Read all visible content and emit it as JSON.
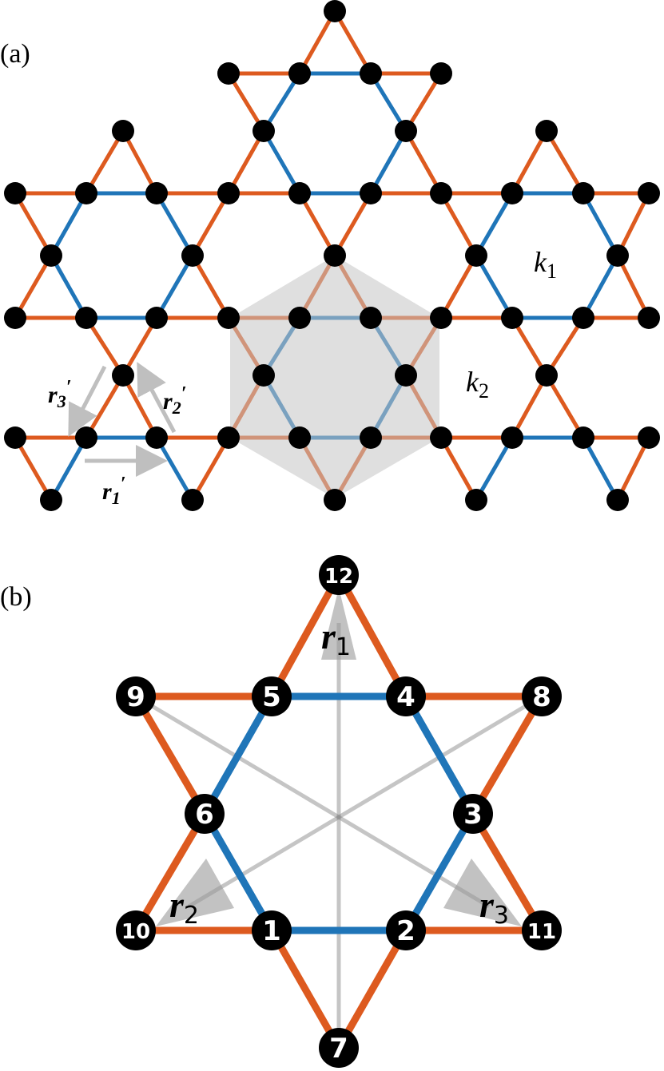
{
  "colors": {
    "orange": "#dd5a1f",
    "blue": "#1f75b8",
    "node": "#000000",
    "unit_cell": "#c4c4c4",
    "arrow": "#bfbfbf"
  },
  "panel_a": {
    "label": "(a)",
    "annotations": {
      "k1": {
        "main": "k",
        "sub": "1"
      },
      "k2": {
        "main": "k",
        "sub": "2"
      }
    },
    "vectors": {
      "r1p": {
        "main": "r",
        "sub": "1",
        "prime": "′"
      },
      "r2p": {
        "main": "r",
        "sub": "2",
        "prime": "′"
      },
      "r3p": {
        "main": "r",
        "sub": "3",
        "prime": "′"
      }
    }
  },
  "panel_b": {
    "label": "(b)",
    "node_labels": [
      "1",
      "2",
      "3",
      "4",
      "5",
      "6",
      "7",
      "8",
      "9",
      "10",
      "11",
      "12"
    ],
    "vectors": {
      "r1": {
        "main": "r",
        "sub": "1"
      },
      "r2": {
        "main": "r",
        "sub": "2"
      },
      "r3": {
        "main": "r",
        "sub": "3"
      }
    }
  }
}
